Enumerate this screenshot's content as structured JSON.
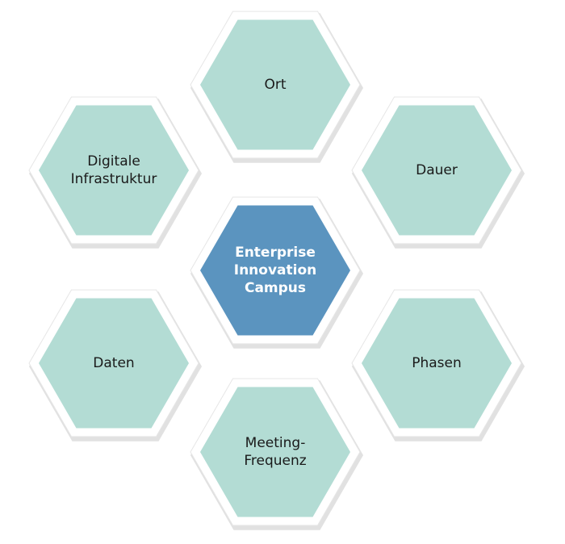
{
  "diagram": {
    "colors": {
      "outer_fill": "#b3dcd4",
      "center_fill": "#5b94bf",
      "outer_text": "#1a1a1a",
      "center_text": "#ffffff",
      "frame": "#ffffff"
    },
    "center": {
      "name": "center-hex-enterprise-innovation-campus",
      "lines": [
        "Enterprise",
        "Innovation",
        "Campus"
      ]
    },
    "items": [
      {
        "name": "hex-ort",
        "lines": [
          "Ort"
        ]
      },
      {
        "name": "hex-dauer",
        "lines": [
          "Dauer"
        ]
      },
      {
        "name": "hex-phasen",
        "lines": [
          "Phasen"
        ]
      },
      {
        "name": "hex-meeting-frequenz",
        "lines": [
          "Meeting-",
          "Frequenz"
        ]
      },
      {
        "name": "hex-daten",
        "lines": [
          "Daten"
        ]
      },
      {
        "name": "hex-digitale-infrastruktur",
        "lines": [
          "Digitale",
          "Infrastruktur"
        ]
      }
    ]
  }
}
